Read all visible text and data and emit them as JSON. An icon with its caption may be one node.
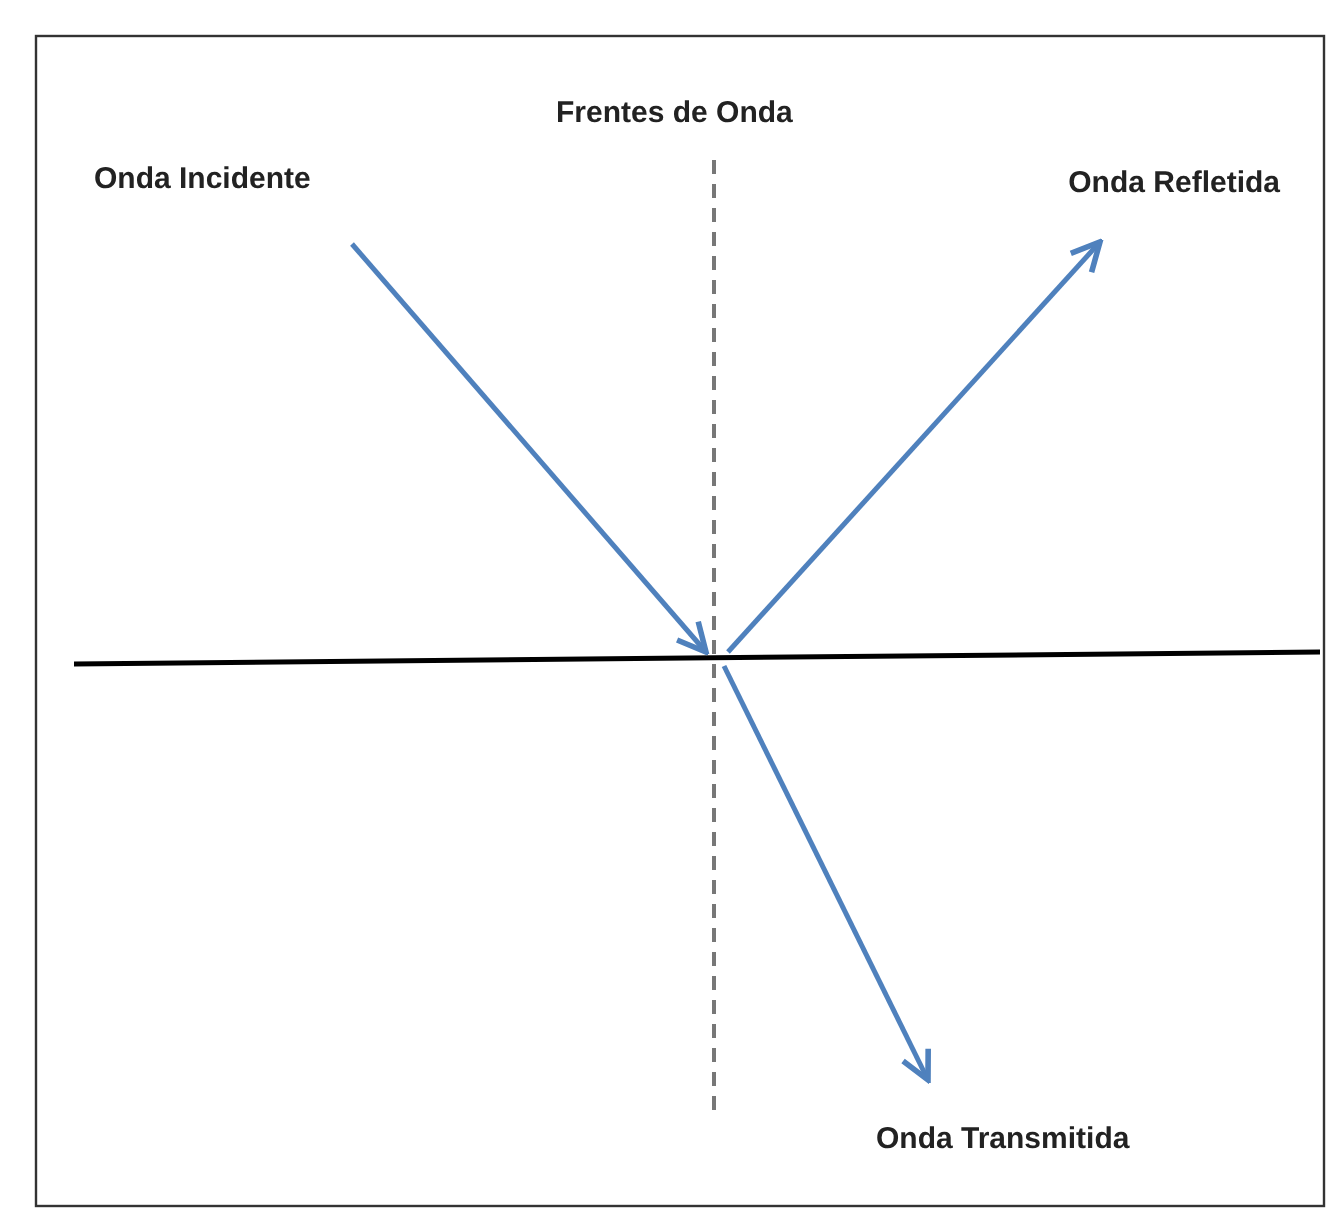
{
  "diagram": {
    "labels": [
      "Frentes de Onda",
      "Onda Incidente",
      "Onda Refletida",
      "Onda Transmitida"
    ]
  }
}
